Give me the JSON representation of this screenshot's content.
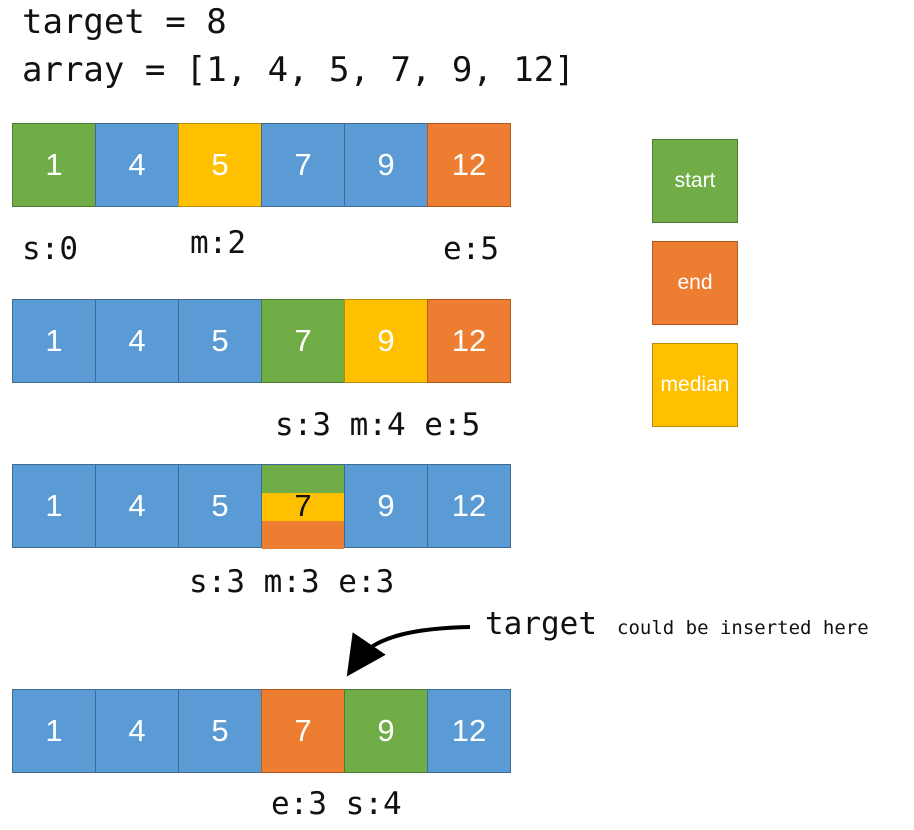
{
  "header": {
    "target_line": "target = 8",
    "array_line": "array = [1, 4, 5, 7, 9, 12]"
  },
  "colors": {
    "blue": "#5b9bd5",
    "start": "#70ad47",
    "end": "#ed7d31",
    "median": "#ffc000"
  },
  "rows": [
    {
      "cells": [
        {
          "value": "1",
          "role": "start"
        },
        {
          "value": "4",
          "role": "plain"
        },
        {
          "value": "5",
          "role": "median"
        },
        {
          "value": "7",
          "role": "plain"
        },
        {
          "value": "9",
          "role": "plain"
        },
        {
          "value": "12",
          "role": "end"
        }
      ],
      "labels": [
        "s:0",
        "m:2",
        "e:5"
      ]
    },
    {
      "cells": [
        {
          "value": "1",
          "role": "plain"
        },
        {
          "value": "4",
          "role": "plain"
        },
        {
          "value": "5",
          "role": "plain"
        },
        {
          "value": "7",
          "role": "start"
        },
        {
          "value": "9",
          "role": "median"
        },
        {
          "value": "12",
          "role": "end"
        }
      ],
      "labels": [
        "s:3 m:4 e:5"
      ]
    },
    {
      "cells": [
        {
          "value": "1",
          "role": "plain"
        },
        {
          "value": "4",
          "role": "plain"
        },
        {
          "value": "5",
          "role": "plain"
        },
        {
          "value": "7",
          "role": "start+median+end"
        },
        {
          "value": "9",
          "role": "plain"
        },
        {
          "value": "12",
          "role": "plain"
        }
      ],
      "labels": [
        "s:3 m:3 e:3"
      ]
    },
    {
      "cells": [
        {
          "value": "1",
          "role": "plain"
        },
        {
          "value": "4",
          "role": "plain"
        },
        {
          "value": "5",
          "role": "plain"
        },
        {
          "value": "7",
          "role": "end"
        },
        {
          "value": "9",
          "role": "start"
        },
        {
          "value": "12",
          "role": "plain"
        }
      ],
      "labels": [
        "e:3 s:4"
      ]
    }
  ],
  "legend": {
    "start": "start",
    "end": "end",
    "median": "median"
  },
  "annotation": {
    "main": "target",
    "sub": "could be inserted here"
  }
}
